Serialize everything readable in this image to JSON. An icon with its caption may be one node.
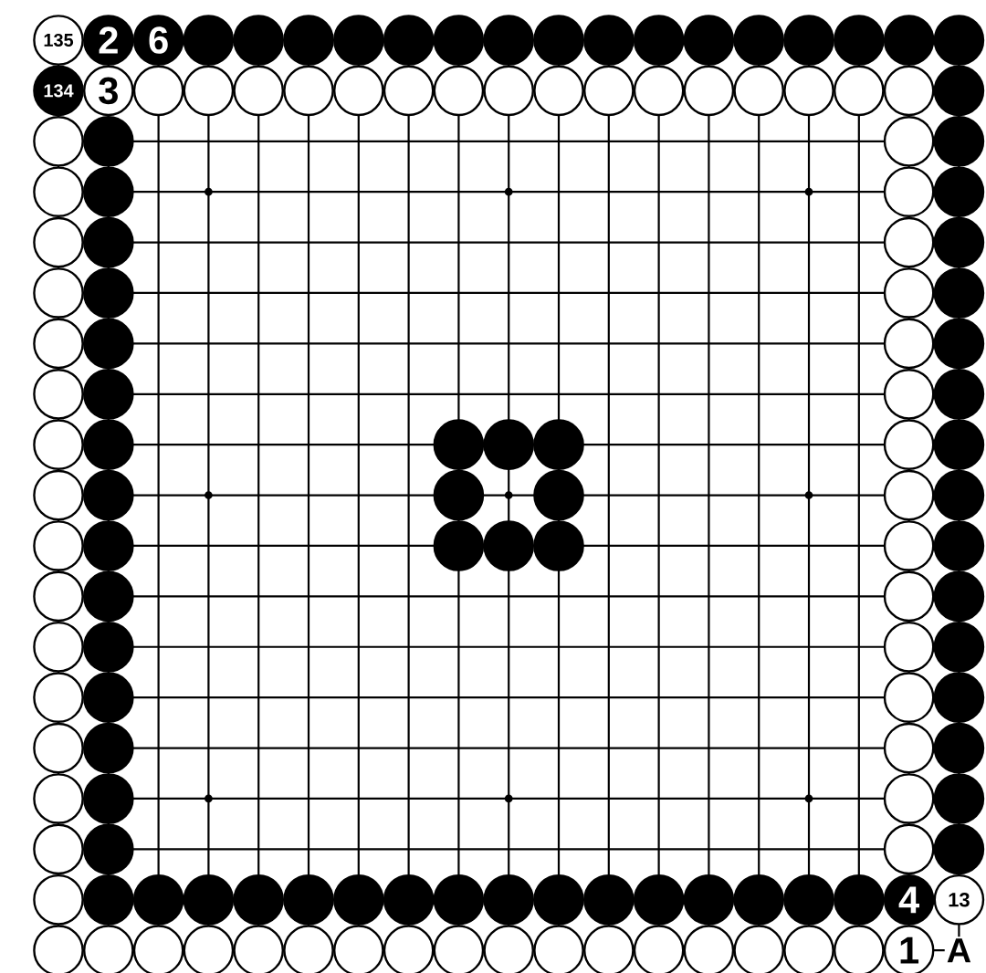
{
  "diagram": {
    "nodes": [
      {
        "text": [
          "135"
        ]
      },
      {
        "text": [
          "2"
        ]
      },
      {
        "text": [
          "6"
        ]
      },
      {
        "text": [],
        "shape": "circle"
      },
      {
        "text": [],
        "shape": "circle"
      },
      {
        "text": [],
        "shape": "circle"
      },
      {
        "text": [],
        "shape": "circle"
      },
      {
        "text": [],
        "shape": "circle"
      },
      {
        "text": [],
        "shape": "circle"
      },
      {
        "text": [],
        "shape": "circle"
      },
      {
        "text": [],
        "shape": "circle"
      },
      {
        "text": [],
        "shape": "circle"
      },
      {
        "text": [],
        "shape": "circle"
      },
      {
        "text": [],
        "shape": "circle"
      },
      {
        "text": [],
        "shape": "circle"
      },
      {
        "text": [],
        "shape": "circle"
      },
      {
        "text": [],
        "shape": "circle"
      },
      {
        "text": [],
        "shape": "circle"
      },
      {
        "text": [],
        "shape": "circle"
      },
      {
        "text": [
          "134"
        ]
      },
      {
        "text": [
          "3"
        ]
      },
      {
        "text": [],
        "shape": "circle"
      },
      {
        "text": [],
        "shape": "circle"
      },
      {
        "text": [],
        "shape": "circle"
      },
      {
        "text": [],
        "shape": "circle"
      },
      {
        "text": [],
        "shape": "circle"
      },
      {
        "text": [],
        "shape": "circle"
      },
      {
        "text": [],
        "shape": "circle"
      },
      {
        "text": [],
        "shape": "circle"
      },
      {
        "text": [],
        "shape": "circle"
      },
      {
        "text": [],
        "shape": "circle"
      },
      {
        "text": [],
        "shape": "circle"
      },
      {
        "text": [],
        "shape": "circle"
      },
      {
        "text": [],
        "shape": "circle"
      },
      {
        "text": [],
        "shape": "circle"
      },
      {
        "text": [],
        "shape": "circle"
      },
      {
        "text": [],
        "shape": "circle"
      },
      {
        "text": [],
        "shape": "circle"
      },
      {
        "text": [],
        "shape": "circle"
      },
      {
        "text": [],
        "shape": "circle"
      },
      {
        "text": [],
        "shape": "circle"
      },
      {
        "text": [],
        "shape": "circle"
      },
      {
        "text": [],
        "shape": "circle"
      },
      {
        "text": [],
        "shape": "circle"
      },
      {
        "text": [],
        "shape": "circle"
      },
      {
        "text": [],
        "shape": "circle"
      },
      {
        "text": [],
        "shape": "circle"
      },
      {
        "text": [],
        "shape": "circle"
      },
      {
        "text": [],
        "shape": "circle"
      },
      {
        "text": [],
        "shape": "circle"
      },
      {
        "text": [],
        "shape": "circle"
      },
      {
        "text": [],
        "shape": "circle"
      },
      {
        "text": [],
        "shape": "circle"
      },
      {
        "text": [],
        "shape": "circle"
      },
      {
        "text": [],
        "shape": "circle"
      },
      {
        "text": [],
        "shape": "circle"
      },
      {
        "text": [],
        "shape": "circle"
      },
      {
        "text": [],
        "shape": "circle"
      },
      {
        "text": [],
        "shape": "circle"
      },
      {
        "text": [],
        "shape": "circle"
      },
      {
        "text": [],
        "shape": "circle"
      },
      {
        "text": [],
        "shape": "circle"
      },
      {
        "text": [],
        "shape": "circle"
      },
      {
        "text": [],
        "shape": "circle"
      },
      {
        "text": [],
        "shape": "circle"
      },
      {
        "text": [],
        "shape": "circle"
      },
      {
        "text": [],
        "shape": "circle"
      },
      {
        "text": [],
        "shape": "circle"
      },
      {
        "text": [],
        "shape": "circle"
      },
      {
        "text": [],
        "shape": "circle"
      },
      {
        "text": [],
        "shape": "circle"
      },
      {
        "text": [],
        "shape": "circle"
      },
      {
        "text": [],
        "shape": "circle"
      },
      {
        "text": [],
        "shape": "circle"
      },
      {
        "text": [],
        "shape": "circle"
      },
      {
        "text": [],
        "shape": "circle"
      },
      {
        "text": [],
        "shape": "circle"
      },
      {
        "text": [],
        "shape": "circle"
      },
      {
        "text": [],
        "shape": "circle"
      },
      {
        "text": [],
        "shape": "circle"
      },
      {
        "text": [],
        "shape": "circle"
      },
      {
        "text": [],
        "shape": "circle"
      },
      {
        "text": [],
        "shape": "circle"
      },
      {
        "text": [],
        "shape": "circle"
      },
      {
        "text": [],
        "shape": "circle"
      },
      {
        "text": [],
        "shape": "circle"
      },
      {
        "text": [],
        "shape": "circle"
      },
      {
        "text": [],
        "shape": "circle"
      },
      {
        "text": [],
        "shape": "circle"
      },
      {
        "text": [],
        "shape": "circle"
      },
      {
        "text": [],
        "shape": "circle"
      },
      {
        "text": [],
        "shape": "circle"
      },
      {
        "text": [],
        "shape": "circle"
      },
      {
        "text": [],
        "shape": "circle"
      },
      {
        "text": [],
        "shape": "circle"
      },
      {
        "text": [],
        "shape": "circle"
      },
      {
        "text": [],
        "shape": "circle"
      },
      {
        "text": [],
        "shape": "circle"
      },
      {
        "text": [],
        "shape": "circle"
      },
      {
        "text": [],
        "shape": "circle"
      },
      {
        "text": [],
        "shape": "circle"
      },
      {
        "text": [],
        "shape": "circle"
      },
      {
        "text": [],
        "shape": "circle"
      },
      {
        "text": [],
        "shape": "circle"
      },
      {
        "text": [],
        "shape": "circle"
      },
      {
        "text": [],
        "shape": "circle"
      },
      {
        "text": [],
        "shape": "circle"
      },
      {
        "text": [],
        "shape": "circle"
      },
      {
        "text": [],
        "shape": "circle"
      },
      {
        "text": [],
        "shape": "circle"
      },
      {
        "text": [],
        "shape": "circle"
      },
      {
        "text": [],
        "shape": "circle"
      },
      {
        "text": [],
        "shape": "circle"
      },
      {
        "text": [],
        "shape": "circle"
      },
      {
        "text": [],
        "shape": "circle"
      },
      {
        "text": [],
        "shape": "circle"
      },
      {
        "text": [],
        "shape": "circle"
      },
      {
        "text": [],
        "shape": "circle"
      },
      {
        "text": [],
        "shape": "circle"
      },
      {
        "text": [],
        "shape": "circle"
      },
      {
        "text": [],
        "shape": "circle"
      },
      {
        "text": [],
        "shape": "circle"
      },
      {
        "text": [],
        "shape": "circle"
      },
      {
        "text": [
          "4"
        ]
      },
      {
        "text": [
          "13"
        ]
      },
      {
        "text": [],
        "shape": "circle"
      },
      {
        "text": [],
        "shape": "circle"
      },
      {
        "text": [],
        "shape": "circle"
      },
      {
        "text": [],
        "shape": "circle"
      },
      {
        "text": [],
        "shape": "circle"
      },
      {
        "text": [],
        "shape": "circle"
      },
      {
        "text": [],
        "shape": "circle"
      },
      {
        "text": [],
        "shape": "circle"
      },
      {
        "text": [],
        "shape": "circle"
      },
      {
        "text": [],
        "shape": "circle"
      },
      {
        "text": [],
        "shape": "circle"
      },
      {
        "text": [],
        "shape": "circle"
      },
      {
        "text": [],
        "shape": "circle"
      },
      {
        "text": [],
        "shape": "circle"
      },
      {
        "text": [],
        "shape": "circle"
      },
      {
        "text": [],
        "shape": "circle"
      },
      {
        "text": [],
        "shape": "circle"
      },
      {
        "text": [
          "1"
        ]
      }
    ],
    "labels": [
      "A"
    ]
  }
}
